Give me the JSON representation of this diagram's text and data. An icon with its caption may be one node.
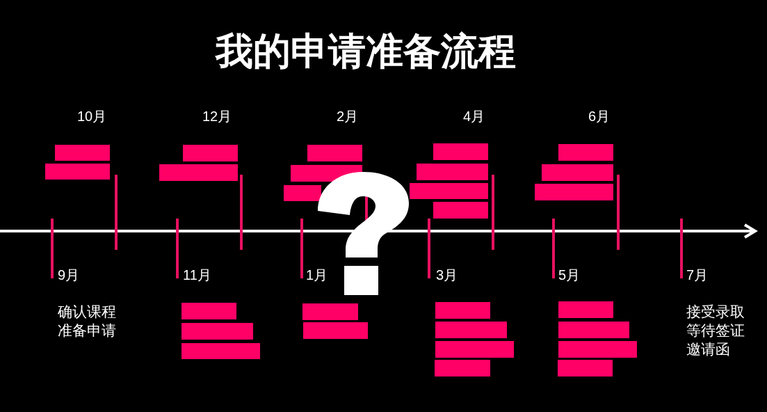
{
  "diagram": {
    "title": "我的申请准备流程",
    "nodes": [
      {
        "text": [],
        "shape": "bar"
      },
      {
        "text": [],
        "shape": "bar"
      },
      {
        "text": [],
        "shape": "bar"
      },
      {
        "text": [],
        "shape": "bar"
      },
      {
        "text": [],
        "shape": "bar"
      },
      {
        "text": [],
        "shape": "bar"
      },
      {
        "text": [],
        "shape": "bar"
      },
      {
        "text": [],
        "shape": "bar"
      },
      {
        "text": [],
        "shape": "bar"
      },
      {
        "text": [],
        "shape": "bar"
      },
      {
        "text": [],
        "shape": "bar"
      },
      {
        "text": [],
        "shape": "bar"
      },
      {
        "text": [],
        "shape": "bar"
      },
      {
        "text": [],
        "shape": "bar"
      },
      {
        "text": [],
        "shape": "bar"
      },
      {
        "text": [],
        "shape": "bar"
      },
      {
        "text": [],
        "shape": "bar"
      },
      {
        "text": [],
        "shape": "bar"
      },
      {
        "text": [],
        "shape": "bar"
      },
      {
        "text": [],
        "shape": "bar"
      },
      {
        "text": [],
        "shape": "bar"
      },
      {
        "text": [],
        "shape": "bar"
      },
      {
        "text": [],
        "shape": "bar"
      },
      {
        "text": [],
        "shape": "bar"
      },
      {
        "text": [],
        "shape": "bar"
      },
      {
        "text": [],
        "shape": "bar"
      },
      {
        "text": [],
        "shape": "bar"
      }
    ],
    "labels": [
      "10月",
      "12月",
      "2月",
      "4月",
      "6月",
      "9月",
      "11月",
      "1月",
      "3月",
      "5月",
      "7月",
      "确认课程准备申请",
      "接受录取等待签证邀请函"
    ]
  }
}
